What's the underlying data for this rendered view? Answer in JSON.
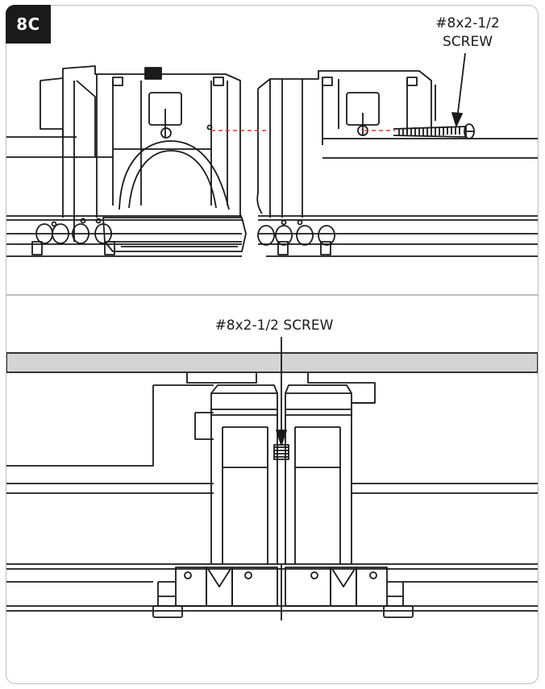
{
  "figure": {
    "step_badge": "8C",
    "top_callout": {
      "line1": "#8x2-1/2",
      "line2": "SCREW"
    },
    "bottom_callout": "#8x2-1/2 SCREW",
    "colors": {
      "line": "#1a1a1a",
      "guide": "#e0362c",
      "rail_band": "#d4d4d4",
      "frame": "#bdbdbd",
      "badge": "#1a1a1a"
    }
  }
}
